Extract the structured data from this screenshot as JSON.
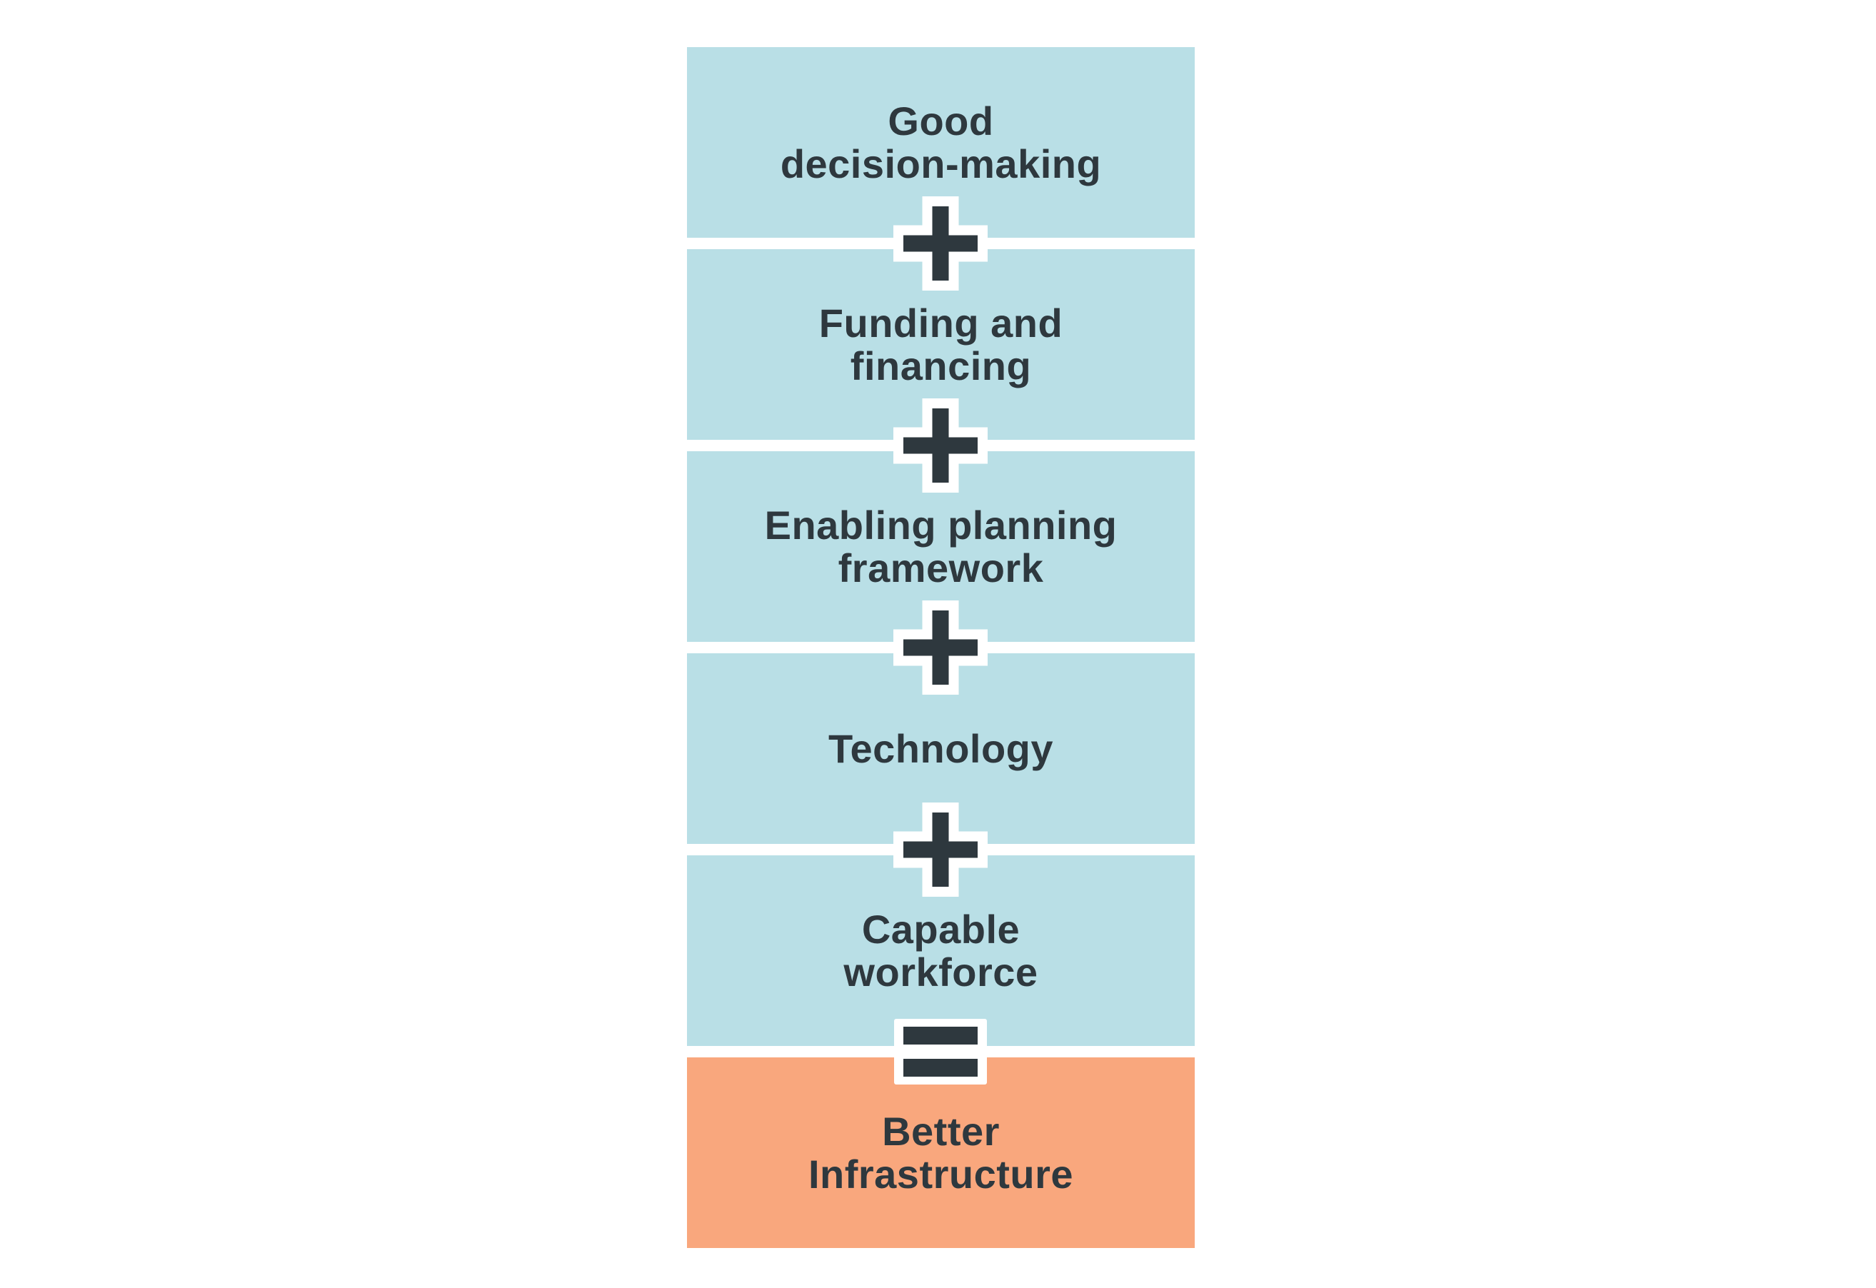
{
  "diagram": {
    "title": "infrastructure-success-equation",
    "boxes": [
      {
        "id": "good-decision-making",
        "lines": [
          "Good",
          "decision-making"
        ],
        "color": "#b9dfe6"
      },
      {
        "id": "funding-and-financing",
        "lines": [
          "Funding and",
          "financing"
        ],
        "color": "#b9dfe6"
      },
      {
        "id": "enabling-planning-framework",
        "lines": [
          "Enabling planning",
          "framework"
        ],
        "color": "#b9dfe6"
      },
      {
        "id": "technology",
        "lines": [
          "Technology"
        ],
        "color": "#b9dfe6"
      },
      {
        "id": "capable-workforce",
        "lines": [
          "Capable",
          "workforce"
        ],
        "color": "#b9dfe6"
      },
      {
        "id": "better-infrastructure",
        "lines": [
          "Better",
          "Infrastructure"
        ],
        "color": "#f9a77d"
      }
    ],
    "operators": [
      {
        "icon": "plus-icon",
        "symbol": "+"
      },
      {
        "icon": "plus-icon",
        "symbol": "+"
      },
      {
        "icon": "plus-icon",
        "symbol": "+"
      },
      {
        "icon": "plus-icon",
        "symbol": "+"
      },
      {
        "icon": "equals-icon",
        "symbol": "="
      }
    ],
    "colors": {
      "box_blue": "#b9dfe6",
      "box_orange": "#f9a77d",
      "symbol_dark": "#2e383e",
      "text": "#2e383e",
      "symbol_outline": "#ffffff",
      "background": "#ffffff"
    }
  }
}
